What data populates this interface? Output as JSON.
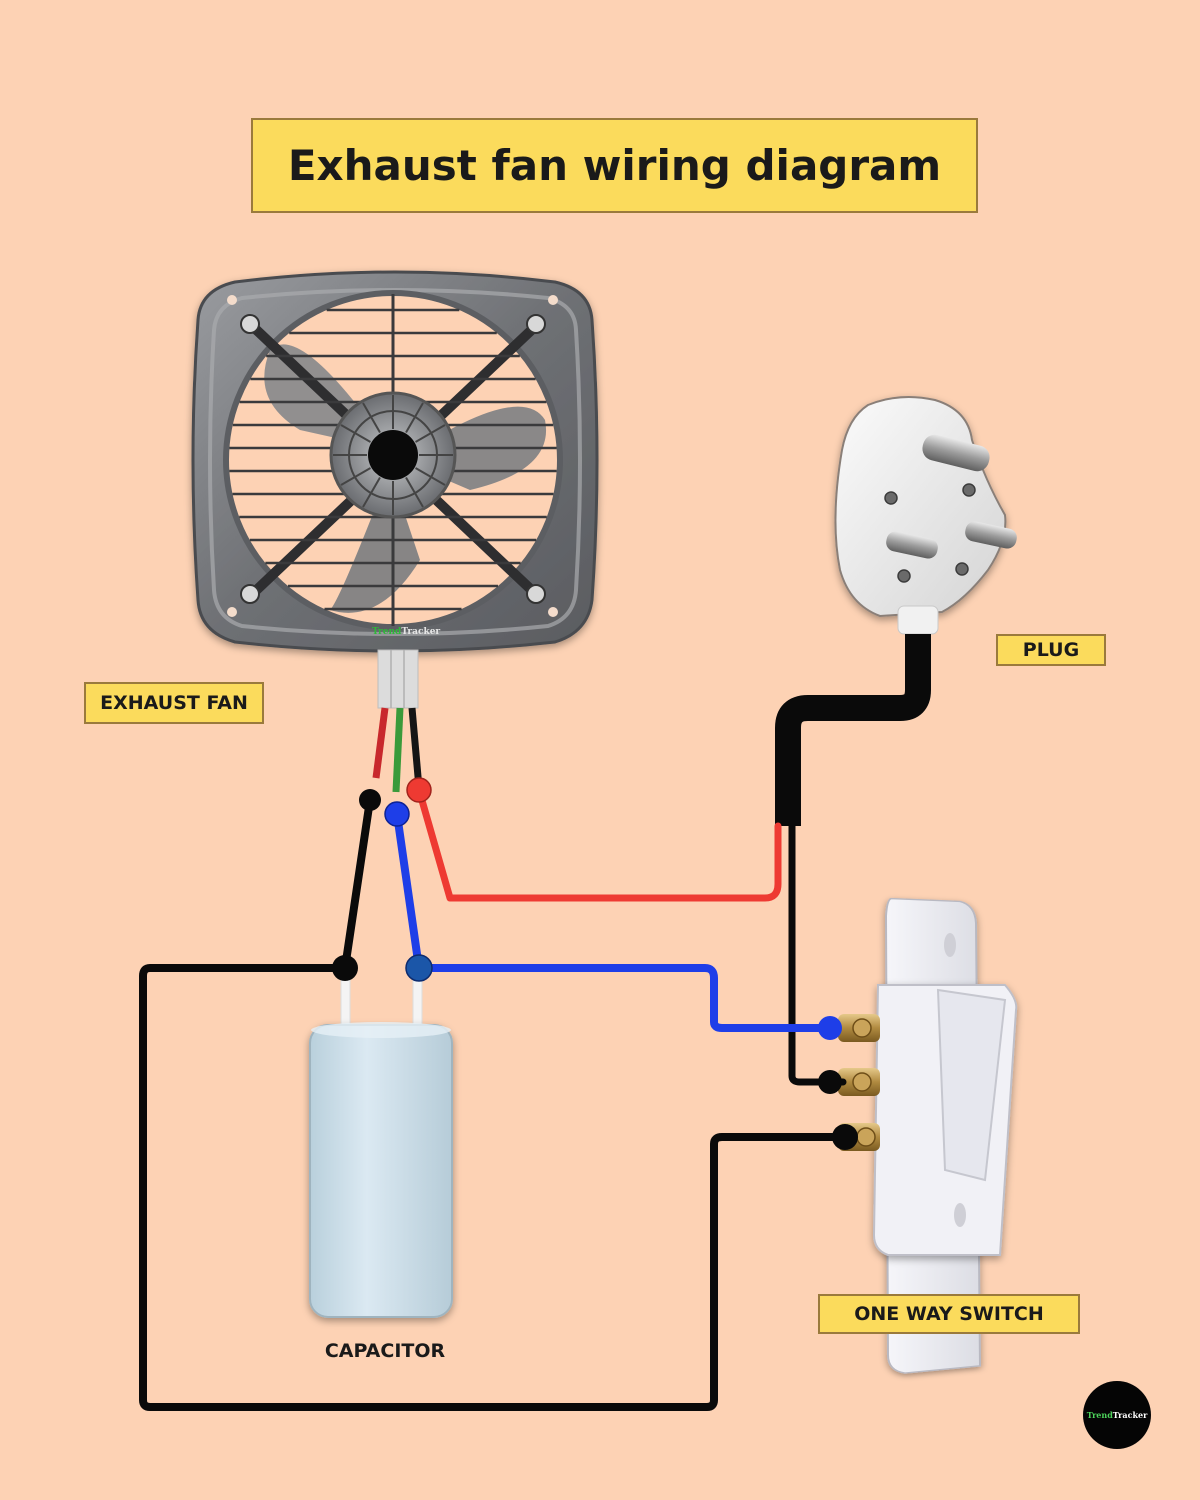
{
  "title": "Exhaust fan wiring diagram",
  "labels": {
    "exhaust_fan": "EXHAUST FAN",
    "plug": "PLUG",
    "one_way_switch": "ONE WAY SWITCH",
    "capacitor": "CAPACITOR"
  },
  "brand": {
    "part1": "Trend",
    "part2": "Tracker"
  },
  "components": [
    {
      "id": "exhaust-fan",
      "name": "Exhaust Fan",
      "leads": [
        "red",
        "green",
        "black"
      ]
    },
    {
      "id": "plug",
      "name": "Plug",
      "type": "3-pin"
    },
    {
      "id": "one-way-switch",
      "name": "One Way Switch",
      "terminals": 3
    },
    {
      "id": "capacitor",
      "name": "Capacitor",
      "leads": 2
    }
  ],
  "wires": [
    {
      "color": "red",
      "from": "fan red lead",
      "to": "plug cable"
    },
    {
      "color": "blue",
      "from": "fan lead",
      "to": "capacitor terminal 2 and switch terminal 1"
    },
    {
      "color": "black",
      "from": "fan lead",
      "to": "capacitor terminal 1 and switch terminal 3 (loop)"
    },
    {
      "color": "black",
      "from": "plug cable",
      "to": "switch terminal 2"
    }
  ],
  "colors": {
    "background": "#fdd2b4",
    "label_fill": "#fbdb5c",
    "wire_red": "#ee3a32",
    "wire_blue": "#1e3ee8",
    "wire_black": "#0a0a0a"
  }
}
